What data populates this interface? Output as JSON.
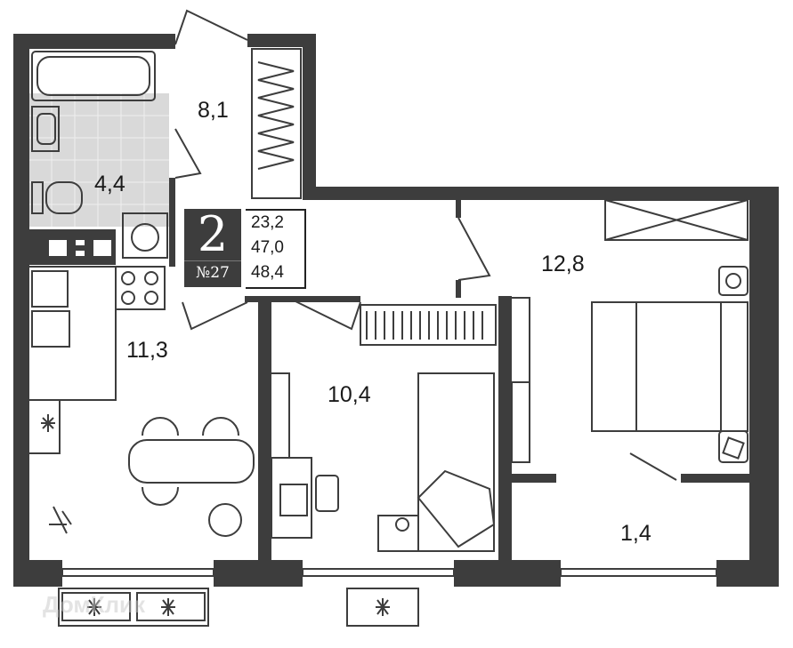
{
  "plan": {
    "rooms_count": "2",
    "apartment_number": "№27",
    "areas_summary": [
      "23,2",
      "47,0",
      "48,4"
    ],
    "rooms": [
      {
        "id": "corridor",
        "area": "8,1"
      },
      {
        "id": "bathroom",
        "area": "4,4"
      },
      {
        "id": "kitchen",
        "area": "11,3"
      },
      {
        "id": "bedroom-small",
        "area": "10,4"
      },
      {
        "id": "bedroom-large",
        "area": "12,8"
      },
      {
        "id": "balcony",
        "area": "1,4"
      }
    ],
    "colors": {
      "wall": "#3d3d3d",
      "tile": "#d9d9d9",
      "line": "#3d3d3d"
    }
  },
  "watermark": "ДомКлик"
}
